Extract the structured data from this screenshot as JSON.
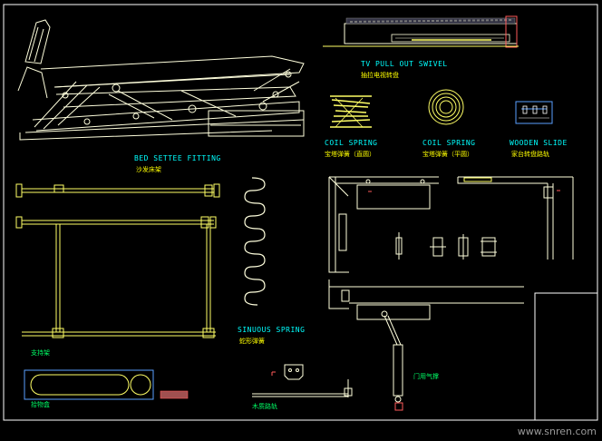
{
  "colors": {
    "background": "#000000",
    "frame": "#ffffff",
    "line_yellow": "#ffff66",
    "line_light": "#ffffdd",
    "label_yellow": "#ffff00",
    "label_cyan": "#00ffff",
    "label_green": "#00ff66",
    "accent_red": "#ff5a5a",
    "accent_blue": "#5aa0ff"
  },
  "labels": {
    "tv_swivel": "TV PULL OUT SWIVEL",
    "tv_swivel_cn": "抽拉电视转盘",
    "bed_settee": "BED SETTEE FITTING",
    "bed_settee_cn": "沙发床架",
    "coil_spring_1": "COIL SPRING",
    "coil_spring_1_cn": "宝塔弹簧（直圆）",
    "coil_spring_2": "COIL SPRING",
    "coil_spring_2_cn": "宝塔弹簧（平圆）",
    "wooden_slide": "WOODEN SLIDE",
    "wooden_slide_cn": "家台转盘路轨",
    "sinuous_spring": "SINUOUS SPRING",
    "sinuous_spring_cn": "蛇形弹簧",
    "support_frame_cn": "支持架",
    "storage_box_cn": "拾物盒",
    "wood_rail_cn": "木质路轨",
    "door_strut_cn": "门用气撑"
  },
  "watermark": "www.snren.com"
}
